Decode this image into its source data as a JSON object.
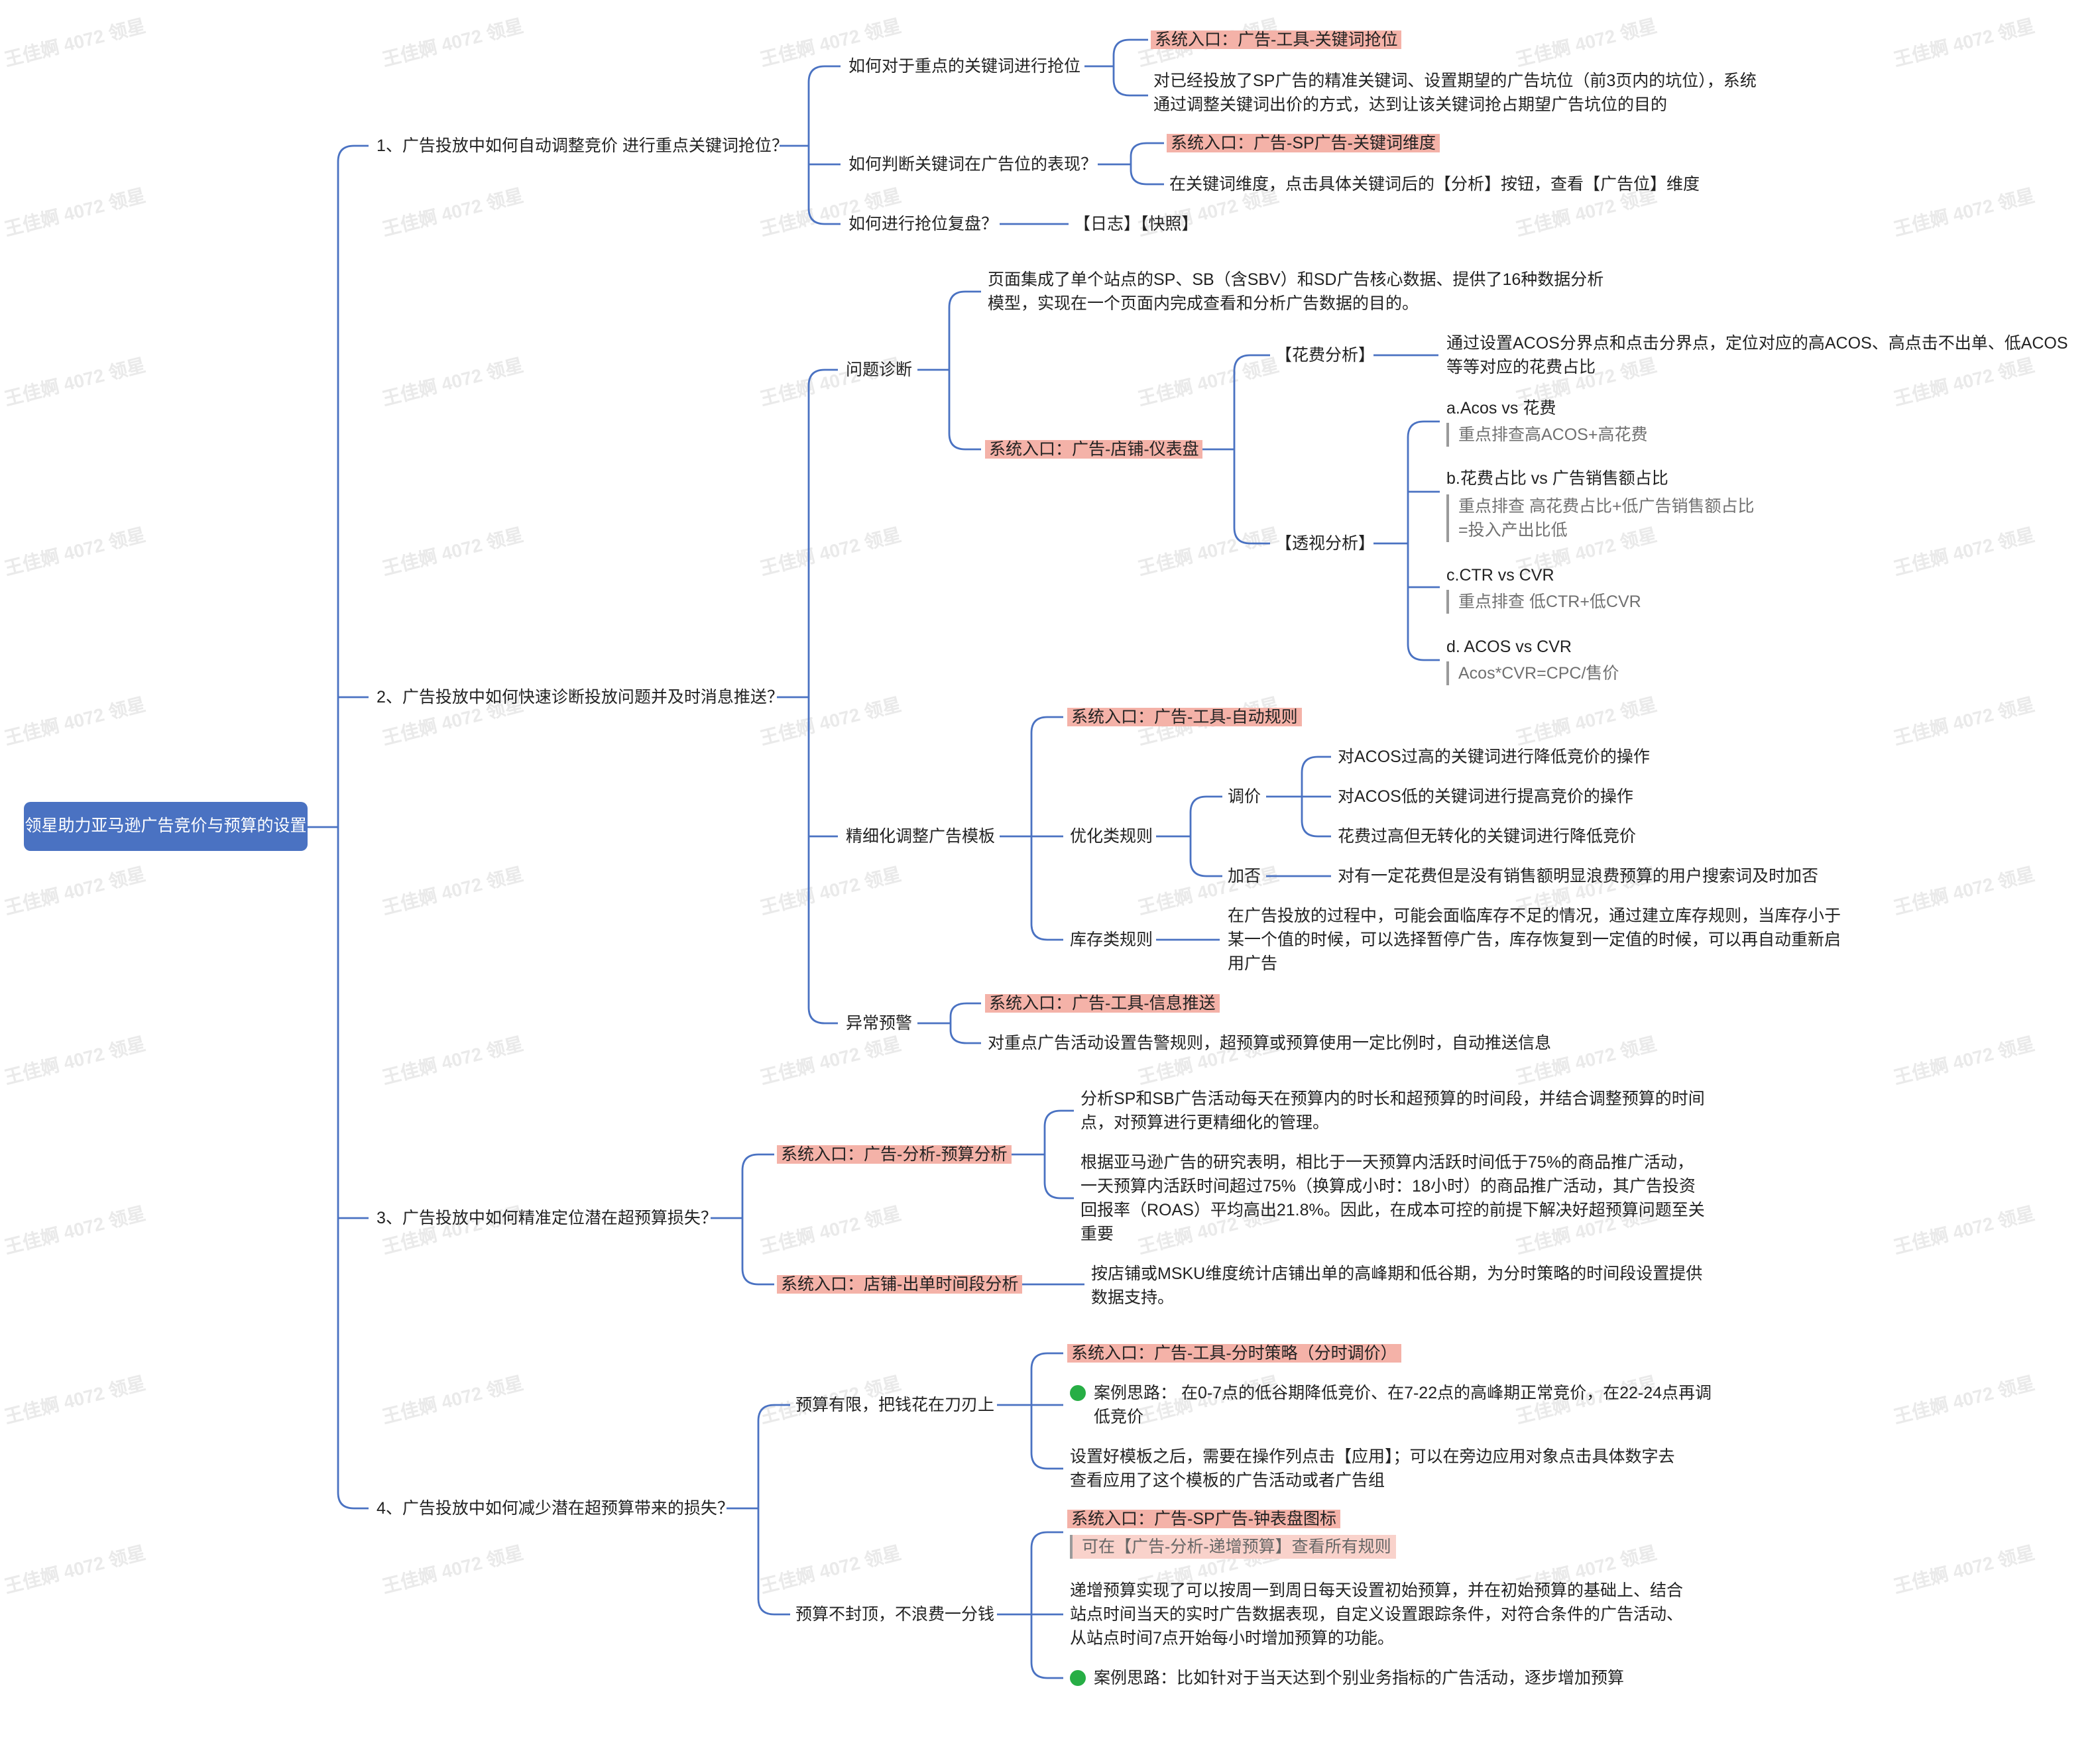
{
  "root": "领星助力亚马逊广告竞价与预算的设置",
  "watermark": "王佳婀 4072 领星",
  "colors": {
    "line": "#4a72c2",
    "root_bg": "#4a72c2",
    "highlight": "#f4b2a8",
    "dot": "#27ae45"
  },
  "b1": {
    "title": "1、广告投放中如何自动调整竞价 进行重点关键词抢位？",
    "q1": "如何对于重点的关键词进行抢位",
    "q1_entry": "系统入口：广告-工具-关键词抢位",
    "q1_desc": [
      "对已经投放了SP广告的精准关键词、设置期望的广告坑位（前3页内的坑位），系统",
      "通过调整关键词出价的方式，达到让该关键词抢占期望广告坑位的目的"
    ],
    "q2": "如何判断关键词在广告位的表现？",
    "q2_entry": "系统入口：广告-SP广告-关键词维度",
    "q2_desc": "在关键词维度，点击具体关键词后的【分析】按钮，查看【广告位】维度",
    "q3": "如何进行抢位复盘？",
    "q3_ans": "【日志】【快照】"
  },
  "b2": {
    "title": "2、广告投放中如何快速诊断投放问题并及时消息推送？",
    "diag": "问题诊断",
    "diag_desc": [
      "页面集成了单个站点的SP、SB（含SBV）和SD广告核心数据、提供了16种数据分析",
      "模型，实现在一个页面内完成查看和分析广告数据的目的。"
    ],
    "diag_entry": "系统入口：广告-店铺-仪表盘",
    "spend": "【花费分析】",
    "spend_desc": [
      "通过设置ACOS分界点和点击分界点，定位对应的高ACOS、高点击不出单、低ACOS",
      "等等对应的花费占比"
    ],
    "pivot": "【透视分析】",
    "pa": "a.Acos vs 花费",
    "pa_note": "重点排查高ACOS+高花费",
    "pb": "b.花费占比 vs 广告销售额占比",
    "pb_note": [
      "重点排查 高花费占比+低广告销售额占比",
      "=投入产出比低"
    ],
    "pc": "c.CTR vs CVR",
    "pc_note": "重点排查 低CTR+低CVR",
    "pd": "d. ACOS vs CVR",
    "pd_note": "Acos*CVR=CPC/售价",
    "tpl": "精细化调整广告模板",
    "tpl_entry": "系统入口：广告-工具-自动规则",
    "opt": "优化类规则",
    "adj": "调价",
    "adj1": "对ACOS过高的关键词进行降低竞价的操作",
    "adj2": "对ACOS低的关键词进行提高竞价的操作",
    "adj3": "花费过高但无转化的关键词进行降低竞价",
    "neg": "加否",
    "neg1": "对有一定花费但是没有销售额明显浪费预算的用户搜索词及时加否",
    "inv": "库存类规则",
    "inv_desc": [
      "在广告投放的过程中，可能会面临库存不足的情况，通过建立库存规则，当库存小于",
      "某一个值的时候，可以选择暂停广告，库存恢复到一定值的时候，可以再自动重新启",
      "用广告"
    ],
    "alert": "异常预警",
    "alert_entry": "系统入口：广告-工具-信息推送",
    "alert_desc": "对重点广告活动设置告警规则，超预算或预算使用一定比例时，自动推送信息"
  },
  "b3": {
    "title": "3、广告投放中如何精准定位潜在超预算损失？",
    "e1": "系统入口：广告-分析-预算分析",
    "e1_d1": [
      "分析SP和SB广告活动每天在预算内的时长和超预算的时间段，并结合调整预算的时间",
      "点，对预算进行更精细化的管理。"
    ],
    "e1_d2": [
      "根据亚马逊广告的研究表明，相比于一天预算内活跃时间低于75%的商品推广活动，",
      "一天预算内活跃时间超过75%（换算成小时：18小时）的商品推广活动，其广告投资",
      "回报率（ROAS）平均高出21.8%。因此，在成本可控的前提下解决好超预算问题至关",
      "重要"
    ],
    "e2": "系统入口：店铺-出单时间段分析",
    "e2_d": [
      "按店铺或MSKU维度统计店铺出单的高峰期和低谷期，为分时策略的时间段设置提供",
      "数据支持。"
    ]
  },
  "b4": {
    "title": "4、广告投放中如何减少潜在超预算带来的损失？",
    "s1": "预算有限，把钱花在刀刃上",
    "s1_entry": "系统入口：广告-工具-分时策略（分时调价）",
    "s1_case": [
      "案例思路：  在0-7点的低谷期降低竞价、在7-22点的高峰期正常竞价，在22-24点再调",
      "低竞价"
    ],
    "s1_desc": [
      "设置好模板之后，需要在操作列点击【应用】；可以在旁边应用对象点击具体数字去",
      "查看应用了这个模板的广告活动或者广告组"
    ],
    "s2": "预算不封顶，不浪费一分钱",
    "s2_entry": "系统入口：广告-SP广告-钟表盘图标",
    "s2_note": "可在【广告-分析-递增预算】查看所有规则",
    "s2_desc": [
      "递增预算实现了可以按周一到周日每天设置初始预算，并在初始预算的基础上、结合",
      "站点时间当天的实时广告数据表现，自定义设置跟踪条件，对符合条件的广告活动、",
      "从站点时间7点开始每小时增加预算的功能。"
    ],
    "s2_case": "案例思路：比如针对于当天达到个别业务指标的广告活动，逐步增加预算"
  }
}
